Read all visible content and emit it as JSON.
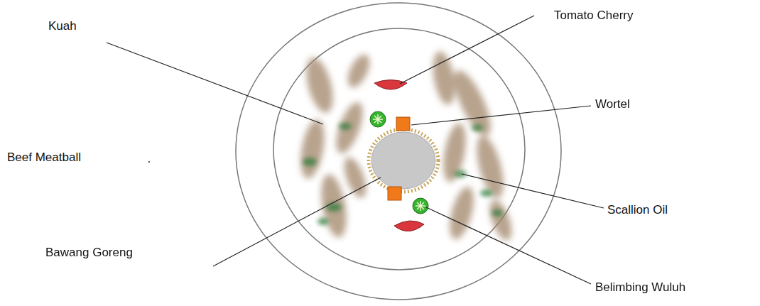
{
  "diagram": {
    "labels": [
      "Kuah",
      "Tomato Cherry",
      "Wortel",
      "Beef Meatball",
      "Scallion Oil",
      "Bawang Goreng",
      "Belimbing Wuluh"
    ]
  }
}
